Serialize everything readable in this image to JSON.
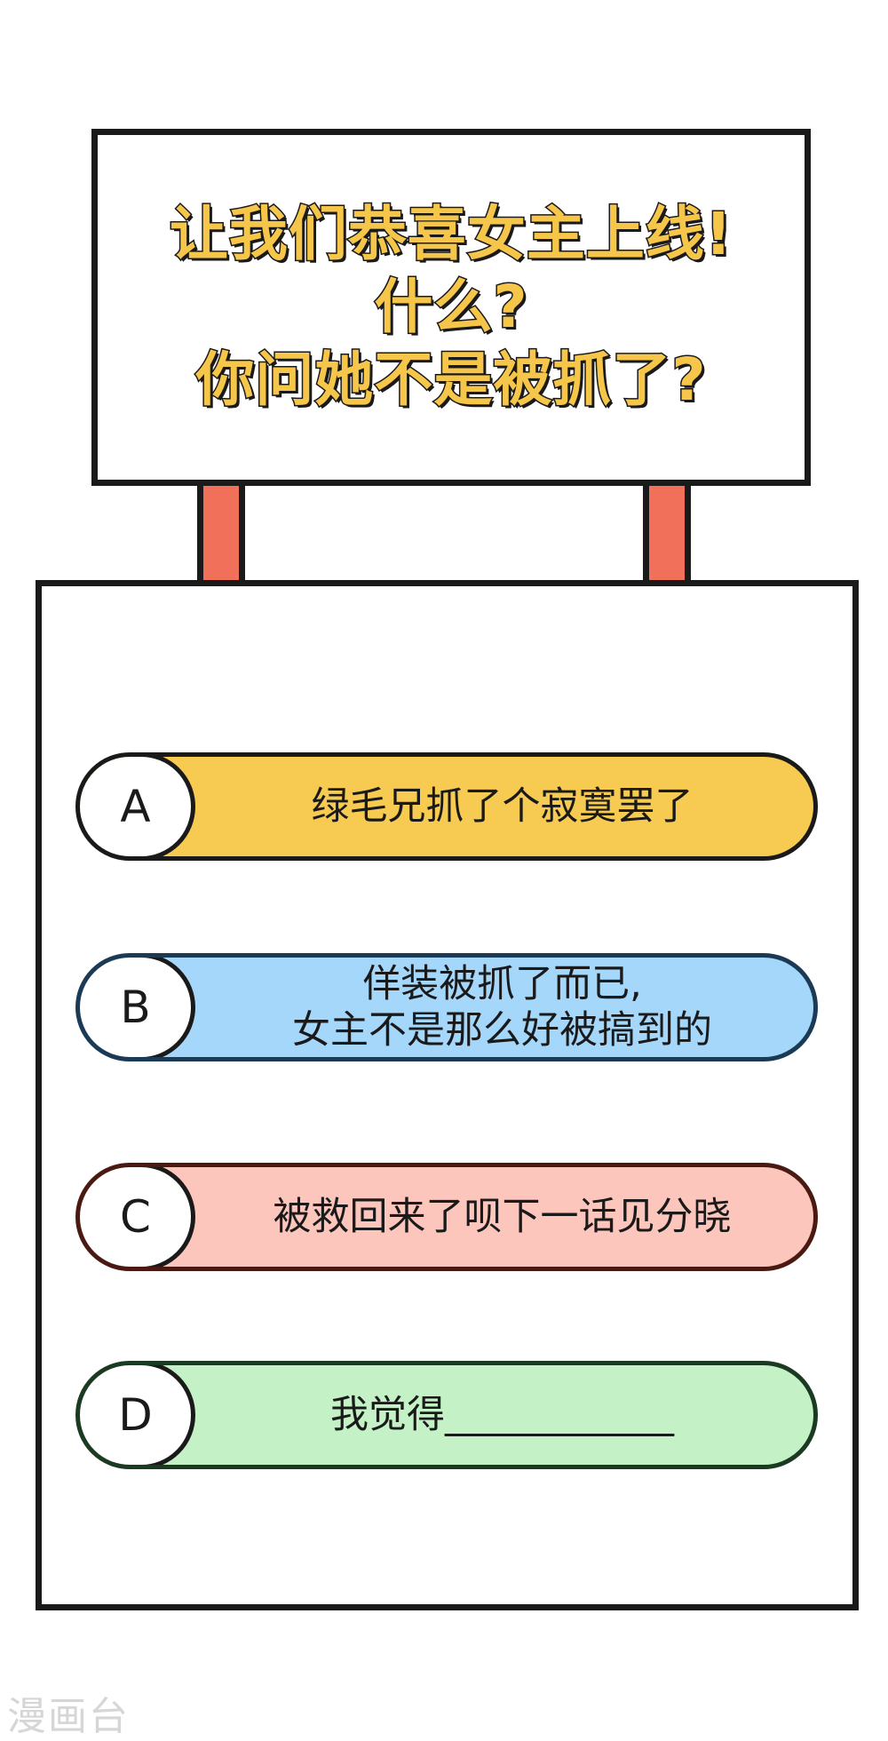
{
  "title": {
    "lines": [
      "让我们恭喜女主上线!",
      "什么?",
      "你问她不是被抓了?"
    ]
  },
  "options": [
    {
      "letter": "A",
      "lines": [
        "绿毛兄抓了个寂寞罢了"
      ],
      "color": "#f7cb52"
    },
    {
      "letter": "B",
      "lines": [
        "佯装被抓了而已,",
        "女主不是那么好被搞到的"
      ],
      "color": "#a5d7fb"
    },
    {
      "letter": "C",
      "lines": [
        "被救回来了呗下一话见分晓"
      ],
      "color": "#fdc6bd"
    },
    {
      "letter": "D",
      "lines": [
        "我觉得____________"
      ],
      "color": "#c4f2c6"
    }
  ],
  "watermark": "漫画台"
}
